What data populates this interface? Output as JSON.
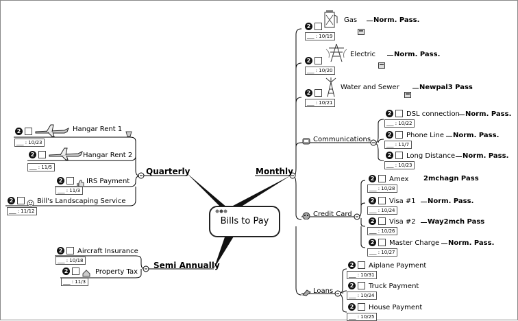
{
  "central": {
    "title": "Bills to Pay"
  },
  "branches": {
    "monthly": "Monthly",
    "quarterly": "Quarterly",
    "semi_annually": "Semi Annually"
  },
  "monthly_groups": {
    "communications": "Communications",
    "credit_card": "Credit Card",
    "loans": "Loans"
  },
  "items": {
    "gas": {
      "label": "Gas",
      "date": "___ : 10/19",
      "priority": "2",
      "tag": "Norm. Pass."
    },
    "electric": {
      "label": "Electric",
      "date": "___ : 10/20",
      "priority": "2",
      "tag": "Norm. Pass."
    },
    "water": {
      "label": "Water and Sewer",
      "date": "___ : 10/21",
      "priority": "2",
      "tag": "Newpal3 Pass"
    },
    "dsl": {
      "label": "DSL connection",
      "date": "___ : 10/22",
      "priority": "2",
      "tag": "Norm. Pass."
    },
    "phone": {
      "label": "Phone Line",
      "date": "___ : 11/7",
      "priority": "2",
      "tag": "Norm. Pass."
    },
    "long_distance": {
      "label": "Long Distance",
      "date": "___ : 10/23",
      "priority": "2",
      "tag": "Norm. Pass."
    },
    "amex": {
      "label": "Amex",
      "date": "___ : 10/28",
      "priority": "2",
      "tag": "2mchagn Pass"
    },
    "visa1": {
      "label": "Visa #1",
      "date": "___ : 10/24",
      "priority": "2",
      "tag": "Norm. Pass."
    },
    "visa2": {
      "label": "Visa #2",
      "date": "___ : 10/26",
      "priority": "2",
      "tag": "Way2mch Pass"
    },
    "master": {
      "label": "Master Charge",
      "date": "___ : 10/27",
      "priority": "2",
      "tag": "Norm. Pass."
    },
    "airplane": {
      "label": "Aiplane Payment",
      "date": "___ : 10/31",
      "priority": "2"
    },
    "truck": {
      "label": "Truck Payment",
      "date": "___ : 10/24",
      "priority": "2"
    },
    "house": {
      "label": "House Payment",
      "date": "___ : 10/25",
      "priority": "2"
    },
    "hangar1": {
      "label": "Hangar Rent 1",
      "date": "___ : 10/23",
      "priority": "2"
    },
    "hangar2": {
      "label": "Hangar Rent 2",
      "date": "___ : 11/5",
      "priority": "2"
    },
    "irs": {
      "label": "IRS Payment",
      "date": "___ : 11/3",
      "priority": "2"
    },
    "landscaping": {
      "label": "Bill's Landscaping Service",
      "date": "___ : 11/12",
      "priority": "2"
    },
    "aircraft_ins": {
      "label": "Aircraft Insurance",
      "date": "___ : 10/18",
      "priority": "2"
    },
    "property_tax": {
      "label": "Property Tax",
      "date": "___ : 11/3",
      "priority": "2"
    }
  },
  "icons": {
    "gas": "gas-pump-icon",
    "electric": "power-tower-icon",
    "water": "windmill-icon",
    "communications": "phone-icon",
    "credit_card": "credit-card-icon",
    "loans": "money-icon",
    "hangar": "airplane-icon",
    "irs": "thumbs-up-icon",
    "landscaping": "smiley-icon",
    "property_tax": "house-icon",
    "attachment": "calculator-icon"
  },
  "colors": {
    "line": "#000000",
    "node_border": "#222222"
  }
}
